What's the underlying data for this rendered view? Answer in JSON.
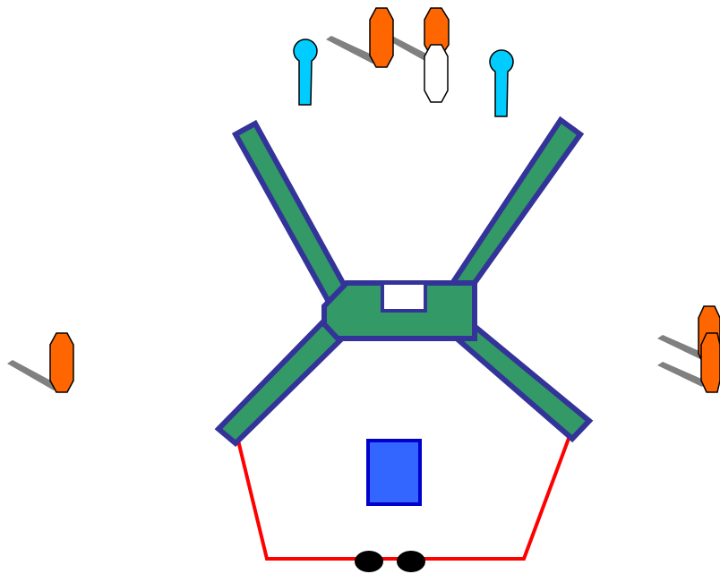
{
  "colors": {
    "background": "#ffffff",
    "structure_fill": "#339966",
    "structure_stroke": "#333399",
    "center_window_fill": "#ffffff",
    "floor_rect_fill": "#3366ff",
    "floor_rect_stroke": "#0000cc",
    "boundary_line": "#ff0000",
    "dot_fill": "#000000",
    "marker_orange": "#ff6600",
    "marker_white": "#ffffff",
    "marker_stroke": "#000000",
    "pin_cyan": "#00ccff",
    "shadow_gray": "#808080"
  },
  "elements": {
    "arms": [
      "upper-left-arm",
      "upper-right-arm",
      "lower-left-arm",
      "lower-right-arm"
    ],
    "orange_markers": 5,
    "white_markers": 1,
    "cyan_pins": 2,
    "black_dots": 2
  },
  "icons": {
    "marker": "octagon-marker-icon",
    "pin": "pin-icon",
    "dot": "dot-icon"
  }
}
